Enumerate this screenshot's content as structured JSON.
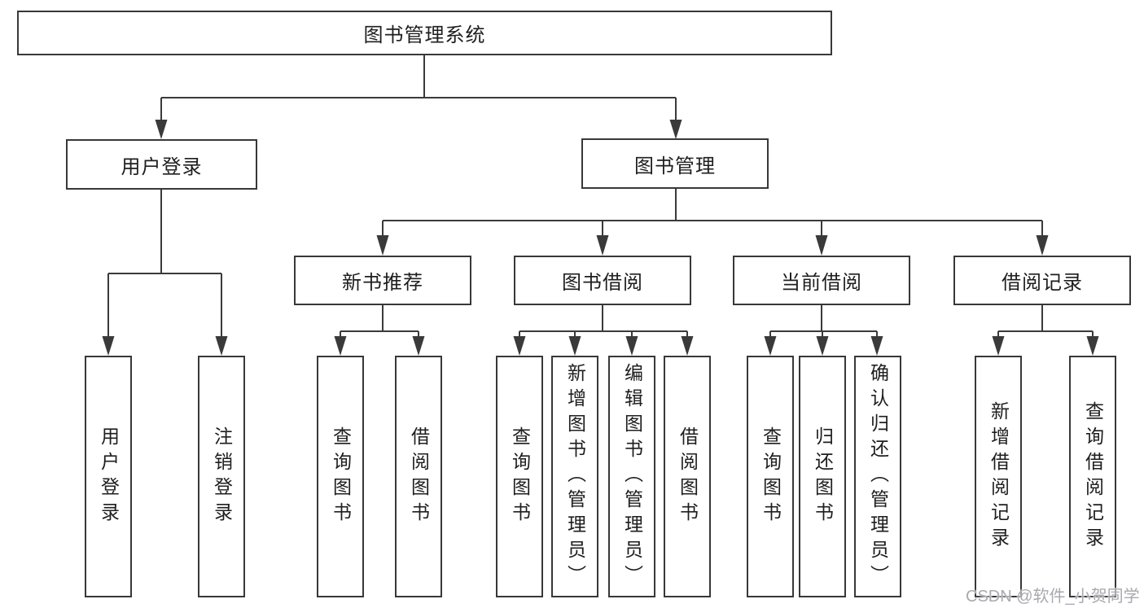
{
  "diagram": {
    "root": {
      "label": "图书管理系统"
    },
    "branches": [
      {
        "label": "用户登录",
        "children": [
          {
            "label": "用户登录"
          },
          {
            "label": "注销登录"
          }
        ]
      },
      {
        "label": "图书管理",
        "children": [
          {
            "label": "新书推荐",
            "children": [
              {
                "label": "查询图书"
              },
              {
                "label": "借阅图书"
              }
            ]
          },
          {
            "label": "图书借阅",
            "children": [
              {
                "label": "查询图书"
              },
              {
                "label": "新增图书（管理员）"
              },
              {
                "label": "编辑图书（管理员）"
              },
              {
                "label": "借阅图书"
              }
            ]
          },
          {
            "label": "当前借阅",
            "children": [
              {
                "label": "查询图书"
              },
              {
                "label": "归还图书"
              },
              {
                "label": "确认归还（管理员）"
              }
            ]
          },
          {
            "label": "借阅记录",
            "children": [
              {
                "label": "新增借阅记录"
              },
              {
                "label": "查询借阅记录"
              }
            ]
          }
        ]
      }
    ]
  },
  "watermark": {
    "text": "CSDN @软件_小贺同学"
  },
  "colors": {
    "line": "#3a3a3a",
    "box_border": "#383838",
    "text": "#1e1e1e",
    "background": "#ffffff",
    "watermark": "#a9a9af"
  }
}
